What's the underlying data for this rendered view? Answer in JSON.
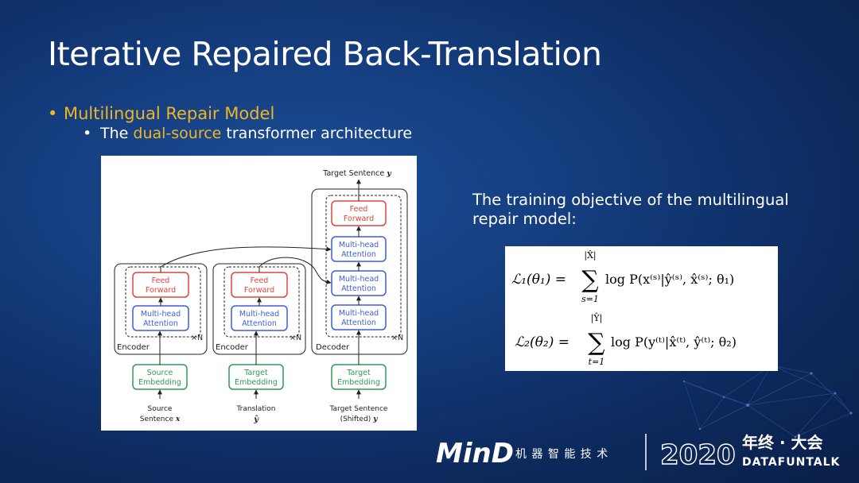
{
  "slide": {
    "title": "Iterative Repaired Back-Translation",
    "bullet1": "Multilingual Repair Model",
    "bullet2_prefix": "The ",
    "bullet2_highlight": "dual-source",
    "bullet2_suffix": " transformer architecture",
    "objective_text": "The training objective of the multilingual repair model:"
  },
  "diagram": {
    "target_output": "Target Sentence",
    "target_output_var": "y",
    "feed_forward": [
      "Feed",
      "Forward"
    ],
    "multi_head": [
      "Multi-head",
      "Attention"
    ],
    "encoder_label": "Encoder",
    "decoder_label": "Decoder",
    "times_n": "×N",
    "source_embedding": [
      "Source",
      "Embedding"
    ],
    "target_embedding": [
      "Target",
      "Embedding"
    ],
    "input1": [
      "Source",
      "Sentence"
    ],
    "input1_var": "x",
    "input2": "Translation",
    "input2_var": "ŷ",
    "input3": [
      "Target Sentence",
      "(Shifted)"
    ],
    "input3_var": "y"
  },
  "equations": {
    "eq1_lhs": "ℒ₁(θ₁) =",
    "eq1_upper": "|X̂|",
    "eq1_lower": "s=1",
    "eq1_body": "log P(x⁽ˢ⁾|ŷ⁽ˢ⁾, x̂⁽ˢ⁾; θ₁)",
    "eq2_lhs": "ℒ₂(θ₂) =",
    "eq2_upper": "|Ŷ|",
    "eq2_lower": "t=1",
    "eq2_body": "log P(y⁽ᵗ⁾|x̂⁽ᵗ⁾, ŷ⁽ᵗ⁾; θ₂)"
  },
  "footer": {
    "logo_text": "MinD",
    "chinese_text": "机 器 智 能 技 术",
    "year": "2020",
    "year_suffix": "年终 · 大会",
    "brand": "DATAFUNTALK"
  },
  "colors": {
    "accent": "#f0b429",
    "red": "#e0453a",
    "blue": "#3d5fd8",
    "green": "#2e9a57"
  }
}
